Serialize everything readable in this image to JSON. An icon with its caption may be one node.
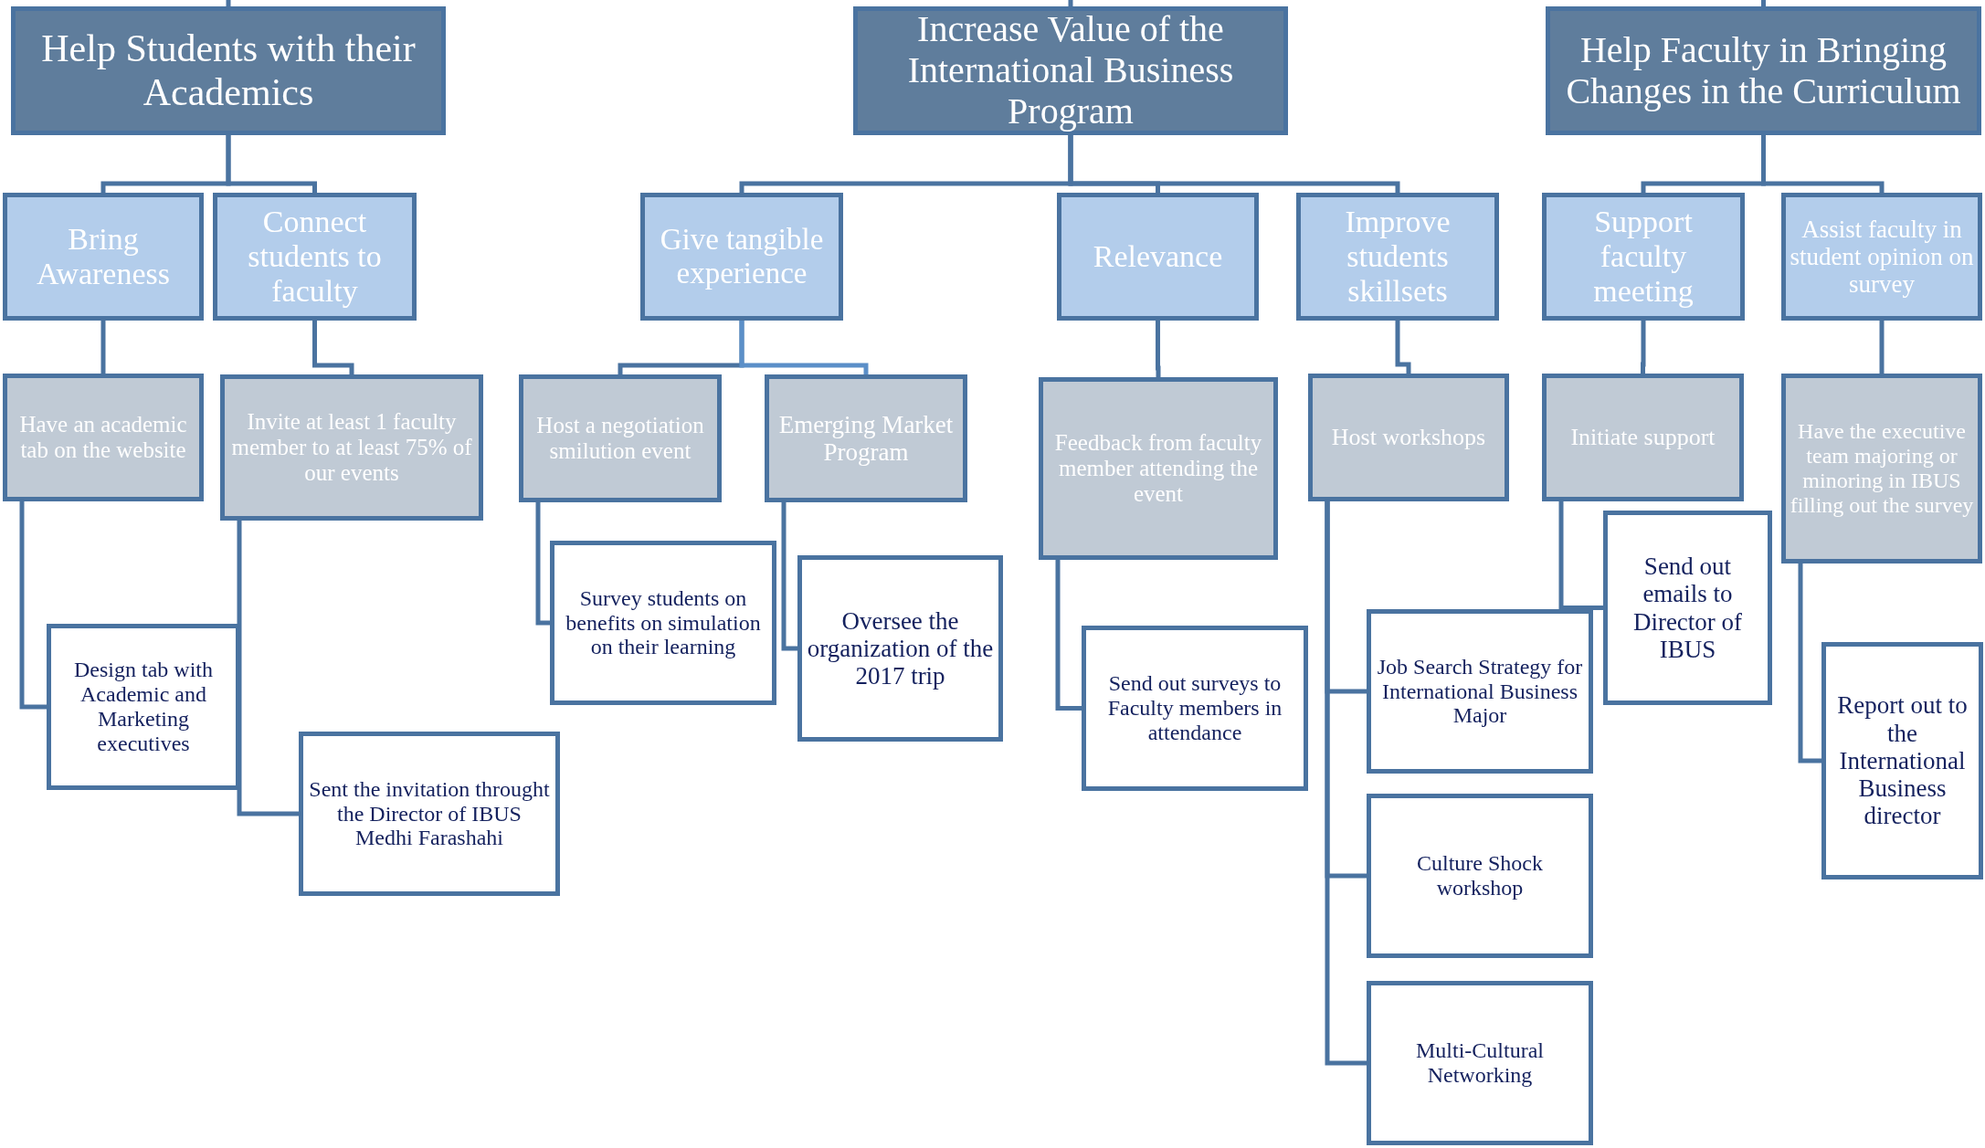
{
  "diagram": {
    "nodes": [
      {
        "text": [
          "Help Students with their Academics"
        ]
      },
      {
        "text": [
          "Increase Value of the International Business Program"
        ]
      },
      {
        "text": [
          "Help Faculty in Bringing Changes in the Curriculum"
        ]
      },
      {
        "text": [
          "Bring Awareness"
        ]
      },
      {
        "text": [
          "Connect students to faculty"
        ]
      },
      {
        "text": [
          "Give tangible experience"
        ]
      },
      {
        "text": [
          "Relevance"
        ]
      },
      {
        "text": [
          "Improve students skillsets"
        ]
      },
      {
        "text": [
          "Support faculty meeting"
        ]
      },
      {
        "text": [
          "Assist faculty in student opinion on survey"
        ]
      },
      {
        "text": [
          "Have an academic tab on the website"
        ]
      },
      {
        "text": [
          "Invite at least 1 faculty member to at least 75% of our events"
        ]
      },
      {
        "text": [
          "Host a negotiation smilution event"
        ]
      },
      {
        "text": [
          "Emerging Market Program"
        ]
      },
      {
        "text": [
          "Feedback from faculty member attending the event"
        ]
      },
      {
        "text": [
          "Host workshops"
        ]
      },
      {
        "text": [
          "Initiate support"
        ]
      },
      {
        "text": [
          "Have the executive team majoring or minoring in IBUS filling out the survey"
        ]
      },
      {
        "text": [
          "Design tab with Academic and Marketing executives"
        ]
      },
      {
        "text": [
          "Sent the invitation throught the Director of IBUS Medhi Farashahi"
        ]
      },
      {
        "text": [
          "Survey students on benefits on simulation on their learning"
        ]
      },
      {
        "text": [
          "Oversee the organization of the 2017 trip"
        ]
      },
      {
        "text": [
          "Send out surveys to Faculty members in attendance"
        ]
      },
      {
        "text": [
          "Job Search Strategy for International Business Major"
        ]
      },
      {
        "text": [
          "Culture Shock workshop"
        ]
      },
      {
        "text": [
          "Multi-Cultural Networking"
        ]
      },
      {
        "text": [
          "Send out emails to Director of IBUS"
        ]
      },
      {
        "text": [
          "Report out to the International Business director"
        ]
      }
    ],
    "edges": [
      {
        "from": null,
        "to": 0,
        "arrow": "none"
      },
      {
        "from": null,
        "to": 1,
        "arrow": "none"
      },
      {
        "from": null,
        "to": 2,
        "arrow": "none"
      },
      {
        "from": 0,
        "to": 3,
        "arrow": "none"
      },
      {
        "from": 0,
        "to": 4,
        "arrow": "none"
      },
      {
        "from": 1,
        "to": 5,
        "arrow": "none"
      },
      {
        "from": 1,
        "to": 6,
        "arrow": "none"
      },
      {
        "from": 1,
        "to": 7,
        "arrow": "none"
      },
      {
        "from": 2,
        "to": 8,
        "arrow": "none"
      },
      {
        "from": 2,
        "to": 9,
        "arrow": "none"
      },
      {
        "from": 3,
        "to": 10,
        "arrow": "none"
      },
      {
        "from": 4,
        "to": 11,
        "arrow": "none"
      },
      {
        "from": 5,
        "to": 12,
        "arrow": "none"
      },
      {
        "from": 5,
        "to": 13,
        "arrow": "none",
        "color": "#5b8fc8"
      },
      {
        "from": 6,
        "to": 14,
        "arrow": "none"
      },
      {
        "from": 7,
        "to": 15,
        "arrow": "none"
      },
      {
        "from": 8,
        "to": 16,
        "arrow": "none"
      },
      {
        "from": 9,
        "to": 17,
        "arrow": "none"
      },
      {
        "from": 10,
        "to": 18,
        "arrow": "none"
      },
      {
        "from": 11,
        "to": 19,
        "arrow": "none"
      },
      {
        "from": 12,
        "to": 20,
        "arrow": "none"
      },
      {
        "from": 13,
        "to": 21,
        "arrow": "none"
      },
      {
        "from": 14,
        "to": 22,
        "arrow": "none"
      },
      {
        "from": 15,
        "to": 23,
        "arrow": "none"
      },
      {
        "from": 15,
        "to": 24,
        "arrow": "none"
      },
      {
        "from": 15,
        "to": 25,
        "arrow": "none"
      },
      {
        "from": 16,
        "to": 26,
        "arrow": "none"
      },
      {
        "from": 17,
        "to": 27,
        "arrow": "none"
      }
    ]
  }
}
